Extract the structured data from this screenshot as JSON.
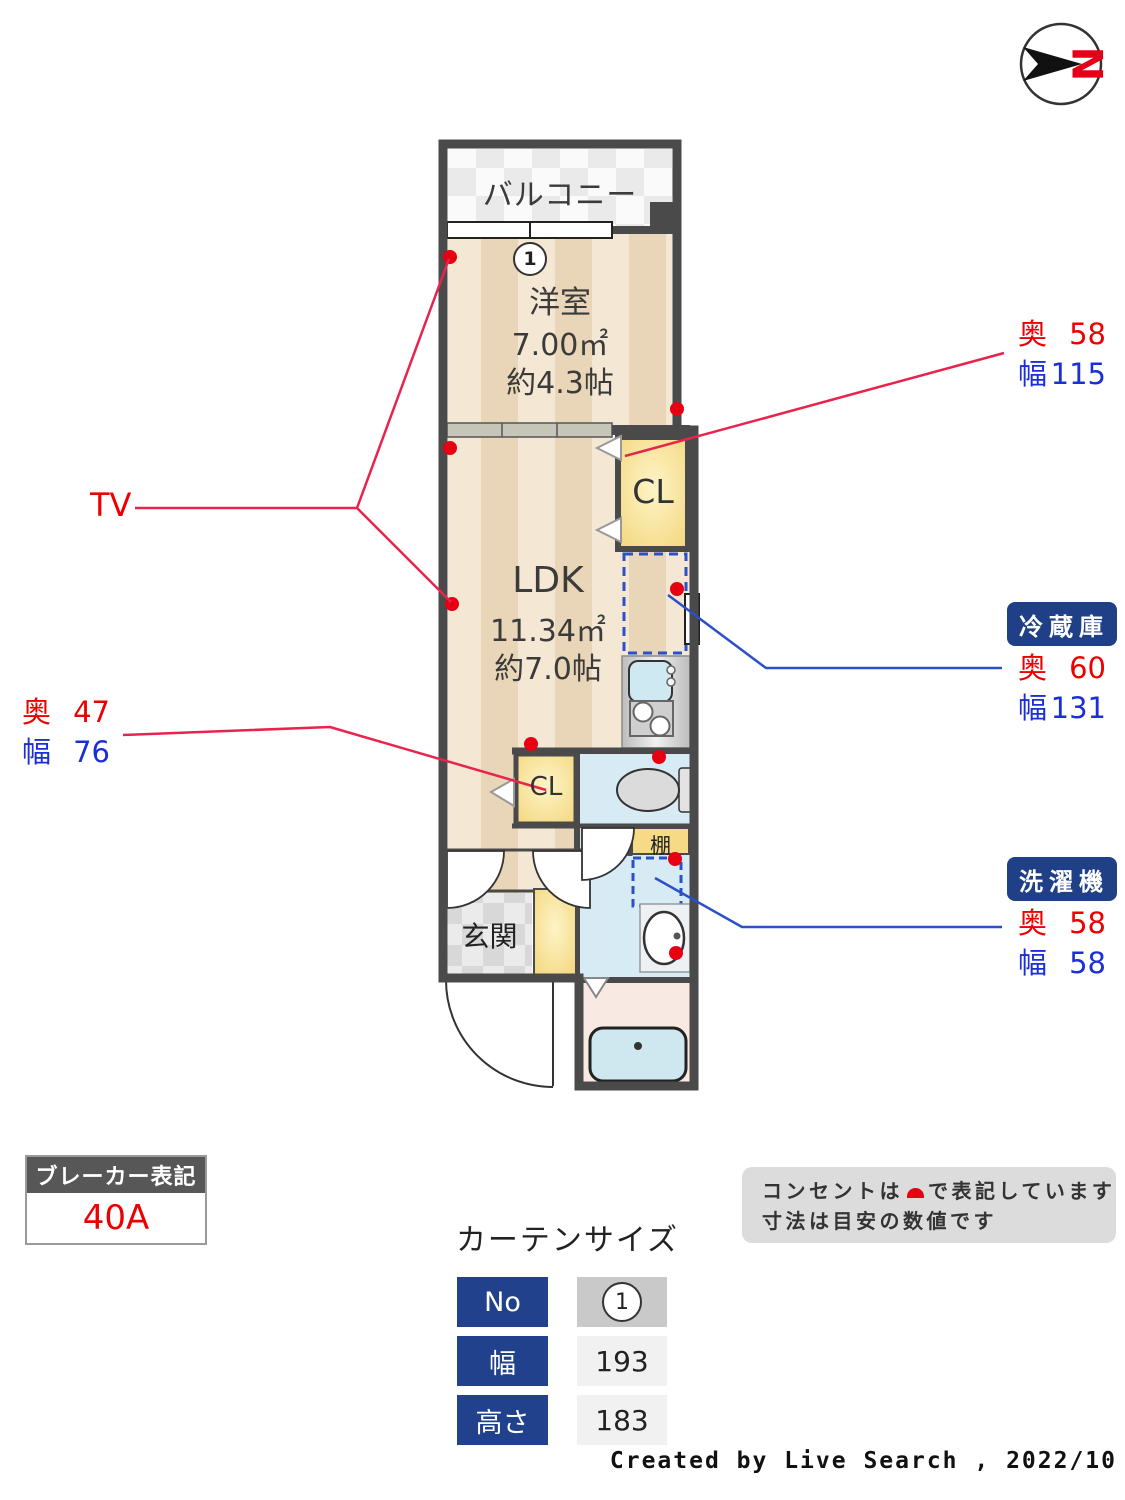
{
  "compass": {
    "north": "N"
  },
  "floor_plan": {
    "balcony": "バルコニー",
    "window_number": "1",
    "western_room": {
      "name": "洋室",
      "area_m2": "7.00㎡",
      "area_tatami": "約4.3帖"
    },
    "ldk": {
      "name": "LDK",
      "area_m2": "11.34㎡",
      "area_tatami": "約7.0帖"
    },
    "closet_upper": "CL",
    "closet_lower": "CL",
    "shelf": "棚",
    "entrance": "玄関"
  },
  "annotations": {
    "tv": "TV",
    "closet_upper": {
      "depth_label": "奥",
      "depth_value": "58",
      "width_label": "幅",
      "width_value": "115"
    },
    "fridge": {
      "title": "冷蔵庫",
      "depth_label": "奥",
      "depth_value": "60",
      "width_label": "幅",
      "width_value": "131"
    },
    "closet_lower": {
      "depth_label": "奥",
      "depth_value": "47",
      "width_label": "幅",
      "width_value": "76"
    },
    "washer": {
      "title": "洗濯機",
      "depth_label": "奥",
      "depth_value": "58",
      "width_label": "幅",
      "width_value": "58"
    }
  },
  "breaker": {
    "title": "ブレーカー表記",
    "value": "40A"
  },
  "curtain_table": {
    "title": "カーテンサイズ",
    "rows": [
      {
        "label": "No",
        "value": "1"
      },
      {
        "label": "幅",
        "value": "193"
      },
      {
        "label": "高さ",
        "value": "183"
      }
    ]
  },
  "notes": {
    "line1_before_icon": "コンセントは",
    "line1_after_icon": "で表記しています",
    "line2": "寸法は目安の数値です"
  },
  "credit": "Created by Live Search , 2022/10",
  "colors": {
    "outlet_red": "#e60012",
    "dimension_depth_red": "#ee0000",
    "dimension_width_blue": "#1b2fd8",
    "label_navy": "#1f3f87",
    "wall_gray": "#4a4a4a"
  }
}
